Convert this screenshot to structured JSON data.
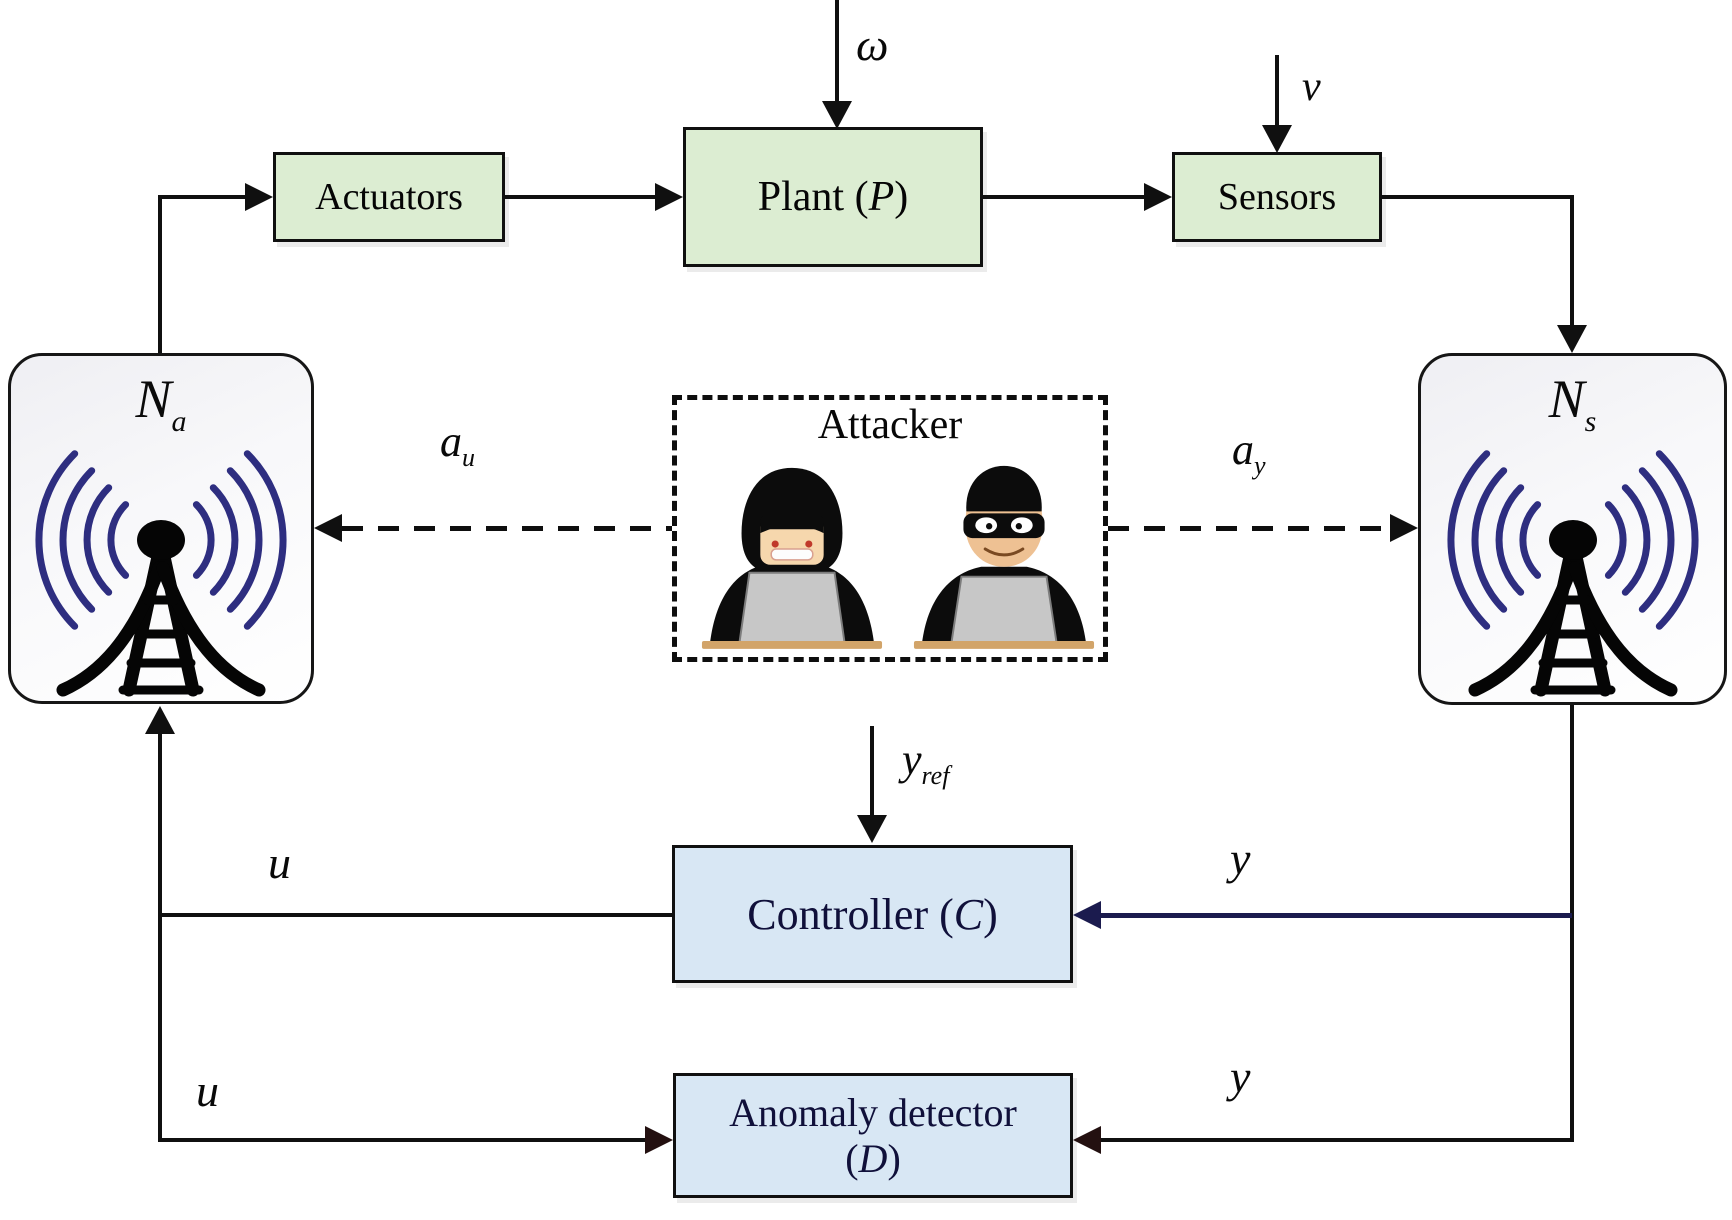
{
  "boxes": {
    "actuators": {
      "label": "Actuators"
    },
    "plant": {
      "prefix": "Plant (",
      "symbol": "P",
      "suffix": ")"
    },
    "sensors": {
      "label": "Sensors"
    },
    "controller": {
      "prefix": "Controller (",
      "symbol": "C",
      "suffix": ")"
    },
    "anomaly": {
      "line1": "Anomaly detector",
      "prefix": "(",
      "symbol": "D",
      "suffix": ")"
    },
    "attacker": {
      "label": "Attacker"
    },
    "network_actuator": {
      "symbol": "N",
      "sub": "a"
    },
    "network_sensor": {
      "symbol": "N",
      "sub": "s"
    }
  },
  "signals": {
    "omega": "ω",
    "v": "v",
    "yref_main": "y",
    "yref_sub": "ref",
    "au_main": "a",
    "au_sub": "u",
    "ay_main": "a",
    "ay_sub": "y",
    "u_upper": "u",
    "u_lower": "u",
    "y_upper": "y",
    "y_lower": "y"
  },
  "colors": {
    "green_box_fill": "#dcedd2",
    "blue_box_fill": "#d8e7f4",
    "node_box_fill": "#f2f2f6",
    "line": "#101010",
    "navy_feedback_line": "#1b1b4e",
    "radio_wave": "#2e2e80",
    "blue_box_text": "#10103a",
    "desk": "#d2a469",
    "laptop": "#c7c7c7",
    "skin": "#f6d7ad"
  }
}
